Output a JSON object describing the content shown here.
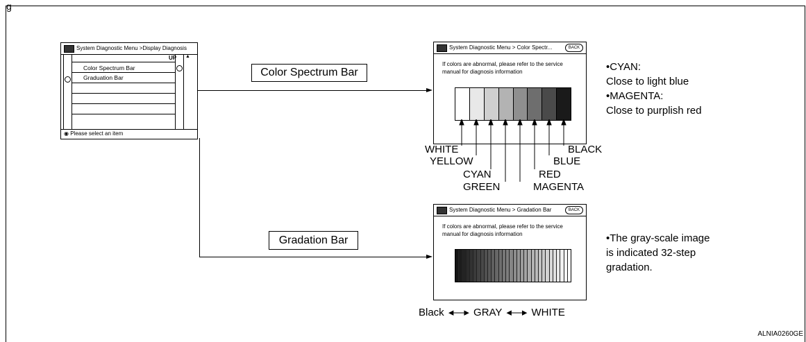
{
  "header_fragment": "g",
  "menu_screen": {
    "title": "System Diagnostic Menu >Display Diagnosis",
    "up_label": "UP",
    "items": [
      "Color Spectrum Bar",
      "Graduation Bar"
    ],
    "footer": "Please select an item"
  },
  "labels": {
    "color_spectrum": "Color Spectrum Bar",
    "gradation": "Gradation Bar"
  },
  "spectrum_screen": {
    "title": "System Diagnostic Menu > Color Spectr...",
    "back": "BACK",
    "message": "If colors are abnormal, please refer to the service manual for diagnosis information"
  },
  "gradation_screen": {
    "title": "System Diagnostic Menu > Gradation Bar",
    "back": "BACK",
    "message": "If colors are abnormal, please refer to the service manual for diagnosis information",
    "steps": 32
  },
  "color_labels": {
    "white": "WHITE",
    "yellow": "YELLOW",
    "cyan": "CYAN",
    "green": "GREEN",
    "red": "RED",
    "magenta": "MAGENTA",
    "blue": "BLUE",
    "black": "BLACK"
  },
  "spectrum_notes": [
    "•CYAN:",
    "Close to light blue",
    "•MAGENTA:",
    "Close to purplish red"
  ],
  "gradation_notes": [
    "•The gray-scale image",
    "is indicated 32-step",
    "gradation."
  ],
  "gray_scale": {
    "black": "Black",
    "gray": "GRAY",
    "white": "WHITE"
  },
  "figure_id": "ALNIA0260GE"
}
